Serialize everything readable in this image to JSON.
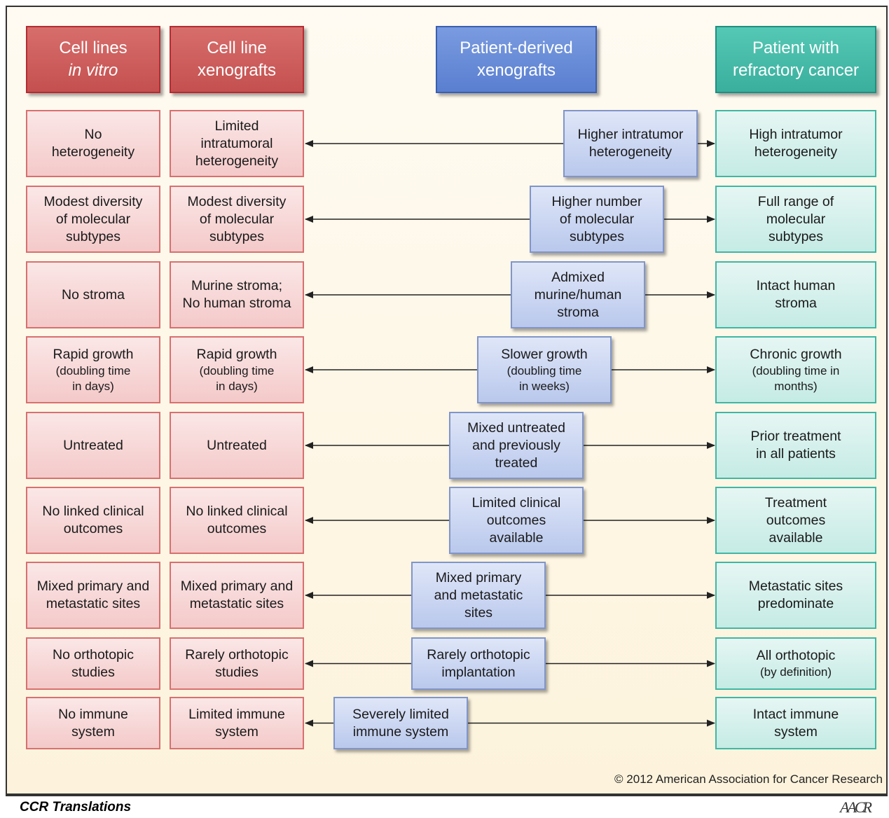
{
  "headers": {
    "cell_lines": {
      "line1": "Cell lines",
      "line2": "in vitro"
    },
    "cell_line_xenografts": {
      "line1": "Cell line",
      "line2": "xenografts"
    },
    "patient_derived": {
      "line1": "Patient-derived",
      "line2": "xenografts"
    },
    "patient": {
      "line1": "Patient with",
      "line2": "refractory cancer"
    }
  },
  "rows": [
    {
      "cell_lines": [
        "No",
        "heterogeneity"
      ],
      "cell_xeno": [
        "Limited",
        "intratumoral",
        "heterogeneity"
      ],
      "pdx": [
        "Higher intratumor",
        "heterogeneity"
      ],
      "patient": [
        "High intratumor",
        "heterogeneity"
      ]
    },
    {
      "cell_lines": [
        "Modest diversity",
        "of molecular",
        "subtypes"
      ],
      "cell_xeno": [
        "Modest diversity",
        "of molecular",
        "subtypes"
      ],
      "pdx": [
        "Higher number",
        "of molecular",
        "subtypes"
      ],
      "patient": [
        "Full range of",
        "molecular",
        "subtypes"
      ]
    },
    {
      "cell_lines": [
        "No stroma"
      ],
      "cell_xeno": [
        "Murine stroma;",
        "No human stroma"
      ],
      "pdx": [
        "Admixed",
        "murine/human",
        "stroma"
      ],
      "patient": [
        "Intact human",
        "stroma"
      ]
    },
    {
      "cell_lines": [
        "Rapid growth"
      ],
      "cell_lines_sub": [
        "(doubling time",
        "in days)"
      ],
      "cell_xeno": [
        "Rapid growth"
      ],
      "cell_xeno_sub": [
        "(doubling time",
        "in days)"
      ],
      "pdx": [
        "Slower growth"
      ],
      "pdx_sub": [
        "(doubling time",
        "in weeks)"
      ],
      "patient": [
        "Chronic growth"
      ],
      "patient_sub": [
        "(doubling time in",
        "months)"
      ]
    },
    {
      "cell_lines": [
        "Untreated"
      ],
      "cell_xeno": [
        "Untreated"
      ],
      "pdx": [
        "Mixed untreated",
        "and previously",
        "treated"
      ],
      "patient": [
        "Prior treatment",
        "in all patients"
      ]
    },
    {
      "cell_lines": [
        "No linked clinical",
        "outcomes"
      ],
      "cell_xeno": [
        "No linked clinical",
        "outcomes"
      ],
      "pdx": [
        "Limited clinical",
        "outcomes",
        "available"
      ],
      "patient": [
        "Treatment",
        "outcomes",
        "available"
      ]
    },
    {
      "cell_lines": [
        "Mixed primary and",
        "metastatic sites"
      ],
      "cell_xeno": [
        "Mixed primary and",
        "metastatic sites"
      ],
      "pdx": [
        "Mixed primary",
        "and metastatic",
        "sites"
      ],
      "patient": [
        "Metastatic sites",
        "predominate"
      ]
    },
    {
      "cell_lines": [
        "No orthotopic",
        "studies"
      ],
      "cell_xeno": [
        "Rarely orthotopic",
        "studies"
      ],
      "pdx": [
        "Rarely orthotopic",
        "implantation"
      ],
      "patient": [
        "All orthotopic"
      ],
      "patient_sub": [
        "(by definition)"
      ]
    },
    {
      "cell_lines": [
        "No immune",
        "system"
      ],
      "cell_xeno": [
        "Limited immune",
        "system"
      ],
      "pdx": [
        "Severely limited",
        "immune system"
      ],
      "patient": [
        "Intact immune",
        "system"
      ]
    }
  ],
  "copyright": "© 2012 American Association for Cancer Research",
  "footer_title": "CCR Translations",
  "logo_text": "AACR",
  "colors": {
    "red_header": "#c4504f",
    "blue_header": "#5a7fd0",
    "teal_header": "#3aaf9d",
    "red_box": "#f4c9c9",
    "blue_box": "#b9c8ec",
    "teal_box": "#c5ebe5"
  }
}
